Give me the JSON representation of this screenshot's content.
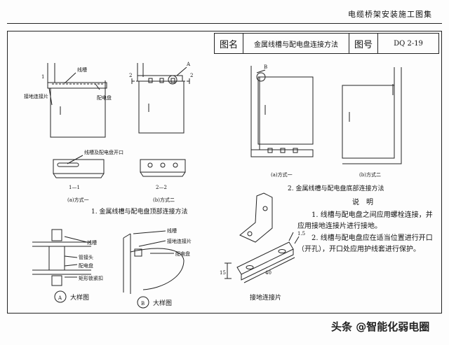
{
  "header": {
    "book_title": "电缆桥架安装施工图集"
  },
  "title_block": {
    "name_label": "图名",
    "name_value": "金属线槽与配电盘连接方法",
    "no_label": "图号",
    "no_value": "DQ 2-19"
  },
  "fig1": {
    "trough_label": "线槽",
    "ground_label": "接地连接片",
    "panel_label": "配电盘",
    "opening_label": "线槽及配电盘开口",
    "section_a": "1—1",
    "section_b": "2—2",
    "method_a": "(a)方式一",
    "method_b": "(b)方式二",
    "detail_a_mark": "A",
    "num_1": "1",
    "num_2": "2",
    "caption": "1. 金属线槽与配电盘顶部连接方法"
  },
  "fig2": {
    "detail_b_mark": "B",
    "method_a": "(a)方式一",
    "method_b": "(b)方式二",
    "caption": "2. 金属线槽与配电盘底部连接方法"
  },
  "detail_a": {
    "mark": "A",
    "title": "大样图",
    "trough": "线槽",
    "nipple": "管接头",
    "panel": "配电盘",
    "locknut": "矩形锁紧扣"
  },
  "detail_b": {
    "mark": "B",
    "title": "大样图",
    "trough": "线槽",
    "ground": "接地连接片",
    "panel": "配电盘"
  },
  "ground_plate": {
    "title": "接地连接片",
    "dim_thickness": "1.5",
    "dim_width": "15",
    "dim_length": "40"
  },
  "notes": {
    "title": "说明",
    "items": [
      "1. 线槽与配电盘之间应用螺栓连接，并应用接地连接片进行接地。",
      "2. 线槽与配电盘应在适当位置进行开口（开孔），开口处应用护线套进行保护。"
    ]
  },
  "watermark": "头条 @智能化弱电圈"
}
